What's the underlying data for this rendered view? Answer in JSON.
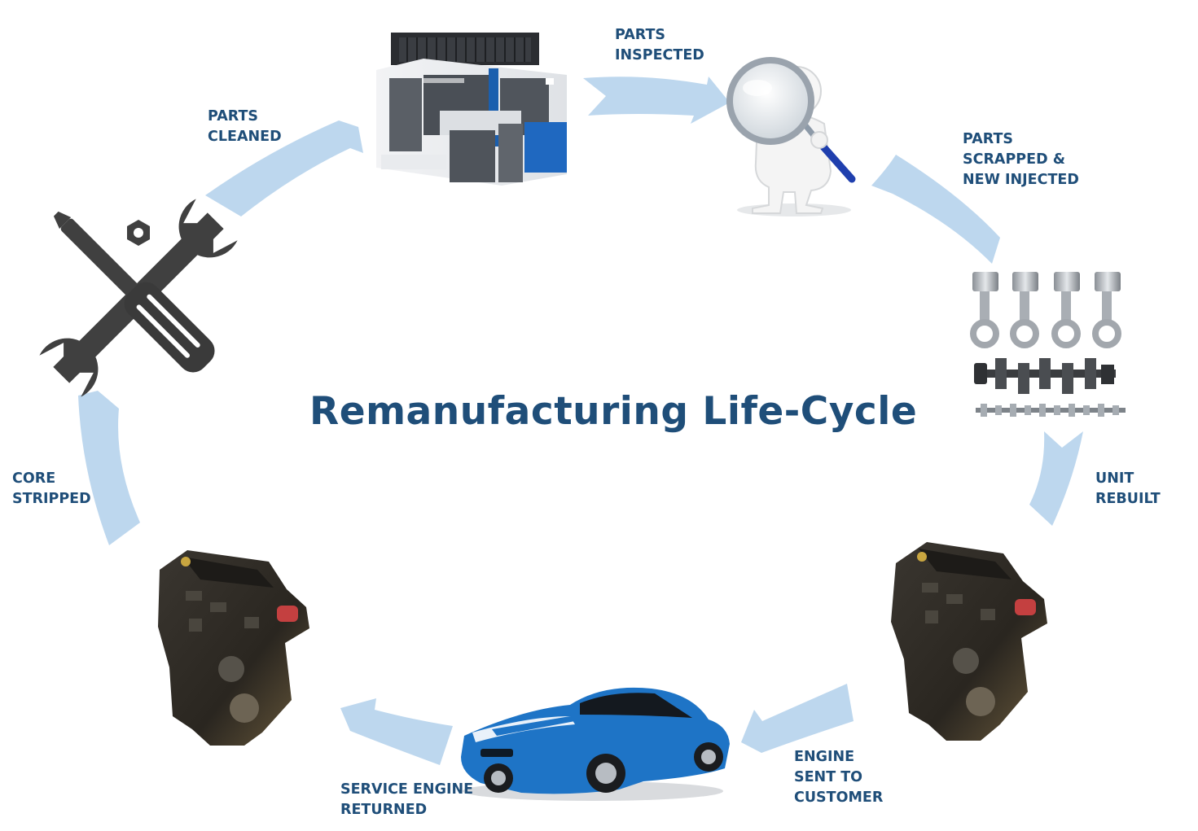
{
  "title": "Remanufacturing Life-Cycle",
  "steps": {
    "parts_inspected": [
      "PARTS",
      "INSPECTED"
    ],
    "parts_cleaned": [
      "PARTS",
      "CLEANED"
    ],
    "parts_scrapped": [
      "PARTS",
      "SCRAPPED &",
      "NEW INJECTED"
    ],
    "unit_rebuilt": [
      "UNIT",
      "REBUILT"
    ],
    "core_stripped": [
      "CORE",
      "STRIPPED"
    ],
    "engine_sent": [
      "ENGINE",
      "SENT TO",
      "CUSTOMER"
    ],
    "service_engine": [
      "SERVICE ENGINE",
      "RETURNED"
    ]
  },
  "colors": {
    "title": "#1f4e79",
    "label": "#1f4e79",
    "arrow": "#bdd7ee",
    "tool_icon": "#404040",
    "car_body": "#1e74c6",
    "engine": "#2e2b22"
  },
  "icons": {
    "cleaning_machine": "parts-washer-machine-icon",
    "inspector": "magnifying-glass-figure-icon",
    "parts": "pistons-crankshaft-camshaft-icon",
    "tools": "wrench-screwdriver-icon",
    "engine": "engine-block-icon",
    "car": "sports-car-icon"
  }
}
